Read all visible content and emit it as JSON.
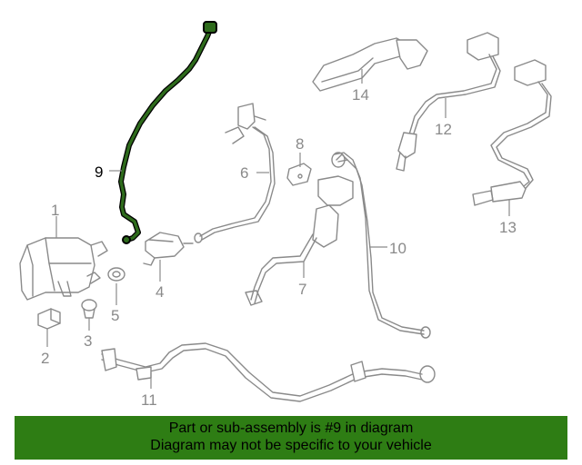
{
  "callouts": {
    "c1": "1",
    "c2": "2",
    "c3": "3",
    "c4": "4",
    "c5": "5",
    "c6": "6",
    "c7": "7",
    "c8": "8",
    "c9": "9",
    "c10": "10",
    "c11": "11",
    "c12": "12",
    "c13": "13",
    "c14": "14"
  },
  "highlight": {
    "part": "9",
    "color": "#2e6b1c"
  },
  "banner": {
    "line1": "Part or sub-assembly is #9 in diagram",
    "line2": "Diagram may not be specific to your vehicle",
    "bg_color": "#2e7d14"
  }
}
